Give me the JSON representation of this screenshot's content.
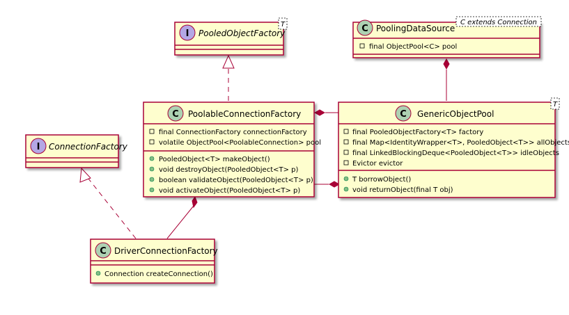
{
  "classes": {
    "pooled_object_factory": {
      "stereo": "I",
      "name": "PooledObjectFactory",
      "param": "T"
    },
    "pooling_data_source": {
      "stereo": "C",
      "name": "PoolingDataSource",
      "param": "C extends Connection",
      "fields": [
        "final ObjectPool<C> pool"
      ]
    },
    "poolable_connection_factory": {
      "stereo": "C",
      "name": "PoolableConnectionFactory",
      "fields": [
        "final ConnectionFactory connectionFactory",
        "volatile ObjectPool<PoolableConnection> pool"
      ],
      "methods": [
        "PooledObject<T> makeObject()",
        "void destroyObject(PooledObject<T> p)",
        "boolean validateObject(PooledObject<T> p)",
        "void activateObject(PooledObject<T> p)"
      ]
    },
    "generic_object_pool": {
      "stereo": "C",
      "name": "GenericObjectPool",
      "param": "T",
      "fields": [
        "final PooledObjectFactory<T> factory",
        "final Map<IdentityWrapper<T>, PooledObject<T>> allObjects",
        "final LinkedBlockingDeque<PooledObject<T>> idleObjects",
        "Evictor evictor"
      ],
      "methods": [
        "T borrowObject()",
        "void returnObject(final T obj)"
      ]
    },
    "connection_factory": {
      "stereo": "I",
      "name": "ConnectionFactory"
    },
    "driver_connection_factory": {
      "stereo": "C",
      "name": "DriverConnectionFactory",
      "methods": [
        "Connection createConnection()"
      ]
    }
  },
  "colors": {
    "class_fill": "#FEFECE",
    "border": "#A80036",
    "class_circle": "#ADD1B2",
    "interface_circle": "#B4A7E5",
    "method_dot": "#84BE84"
  }
}
